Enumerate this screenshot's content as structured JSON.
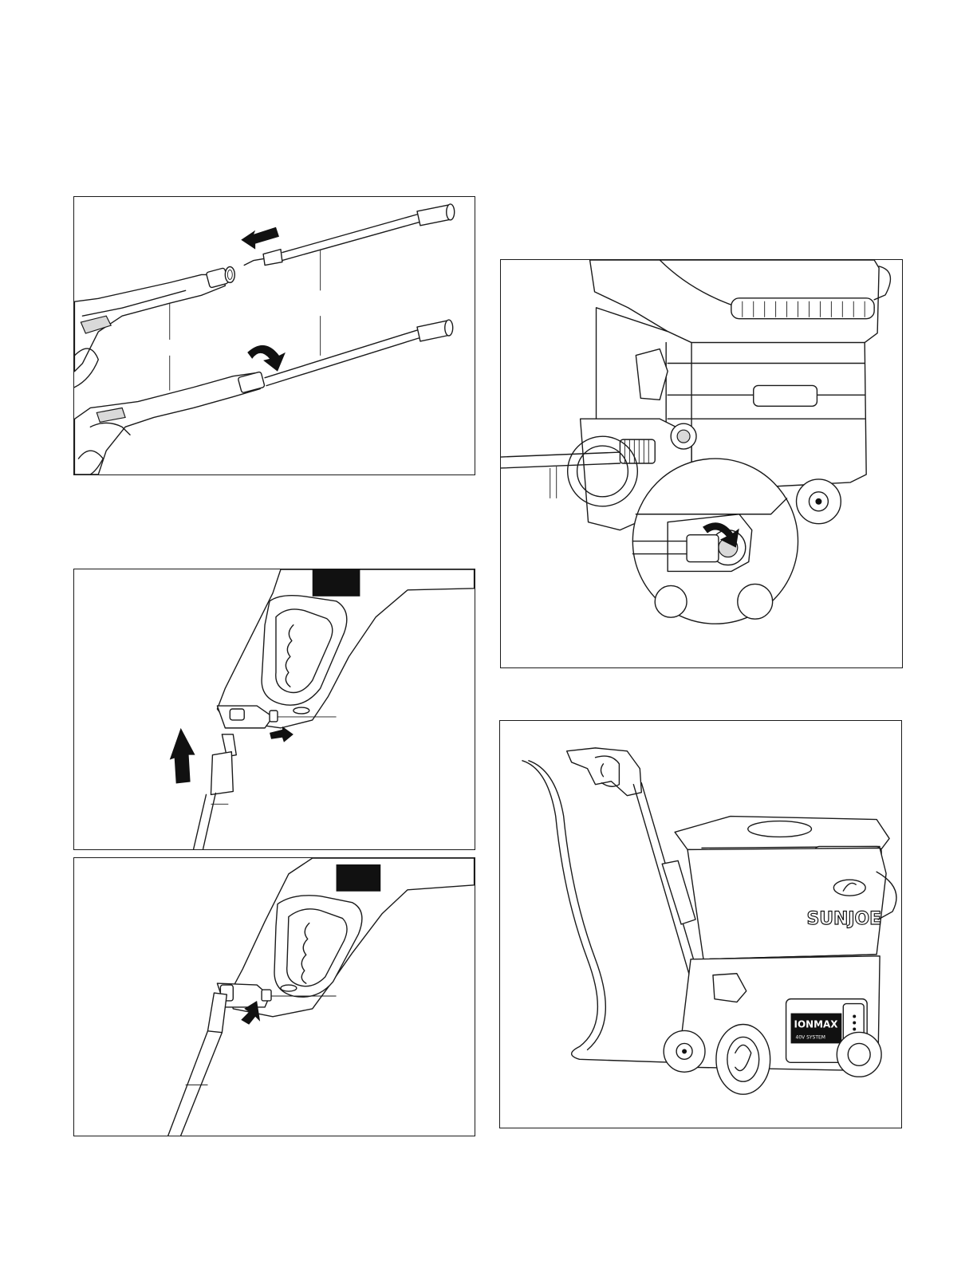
{
  "figures": [
    {
      "id": "fig-wand-connect",
      "description_label": ""
    },
    {
      "id": "fig-hose-to-pump",
      "description_label": ""
    },
    {
      "id": "fig-hose-insert-gun",
      "description_label": ""
    },
    {
      "id": "fig-hose-lock-clip",
      "description_label": ""
    },
    {
      "id": "fig-assembled-unit",
      "description_label": ""
    }
  ],
  "product_logo": {
    "brand": "SUNJOE",
    "battery_brand": "IONMAX",
    "battery_system": "40V SYSTEM"
  },
  "colors": {
    "line": "#1a1a1a",
    "background": "#ffffff",
    "fill_light": "#d9d9d9"
  }
}
